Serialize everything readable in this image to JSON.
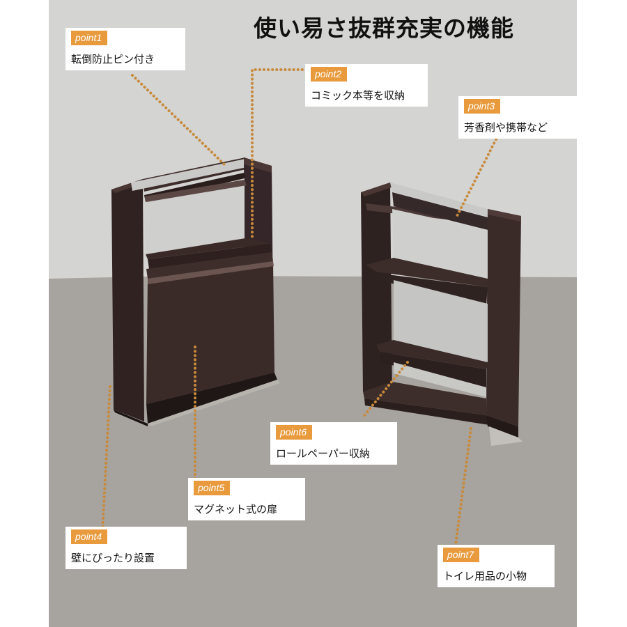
{
  "title": "使い易さ抜群充実の機能",
  "colors": {
    "accent": "#e89a3c",
    "wall": "#d4d4d2",
    "floor": "#a7a39e",
    "wood": "#3b2b28"
  },
  "points": [
    {
      "badge": "point1",
      "text": "転倒防止ピン付き"
    },
    {
      "badge": "point2",
      "text": "コミック本等を収納"
    },
    {
      "badge": "point3",
      "text": "芳香剤や携帯など"
    },
    {
      "badge": "point4",
      "text": "壁にぴったり設置"
    },
    {
      "badge": "point5",
      "text": "マグネット式の扉"
    },
    {
      "badge": "point6",
      "text": "ロールペーパー収納"
    },
    {
      "badge": "point7",
      "text": "トイレ用品の小物"
    }
  ]
}
